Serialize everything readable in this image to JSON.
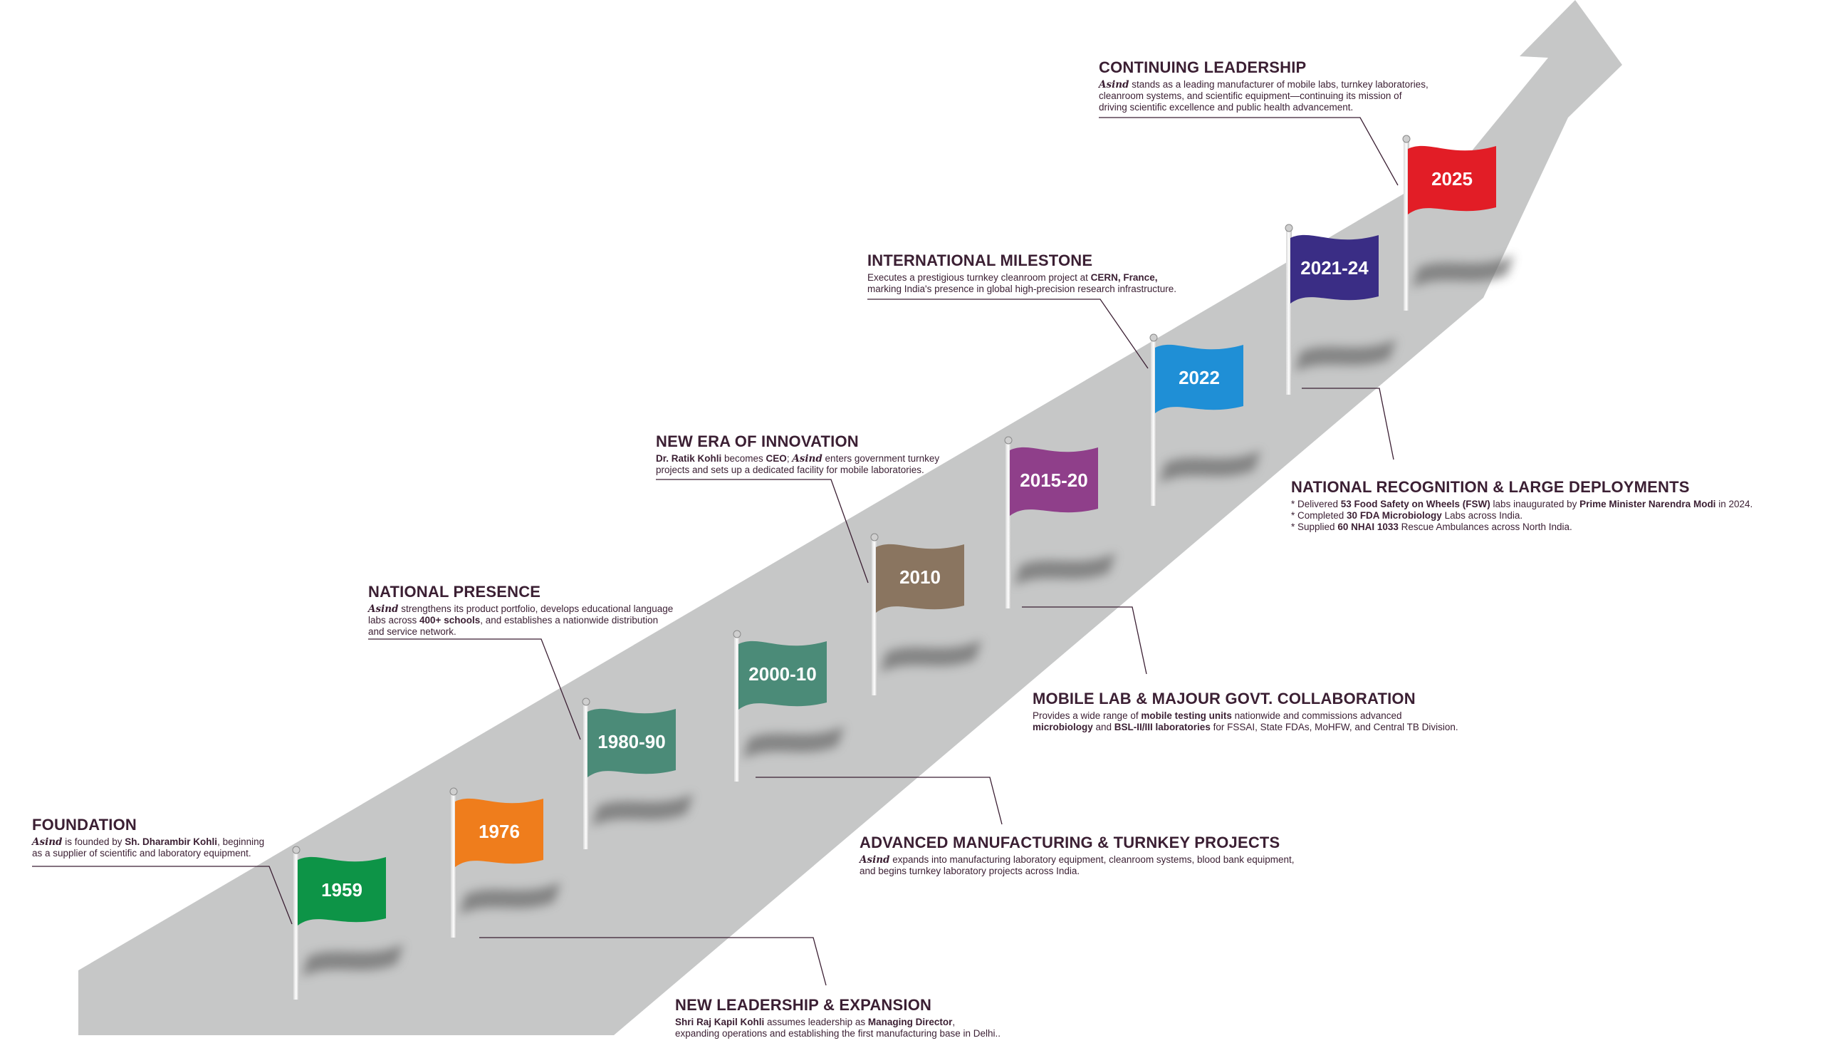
{
  "brand": "Asind",
  "flags": [
    {
      "year": "1959",
      "color": "#0d9447"
    },
    {
      "year": "1976",
      "color": "#ef7d1c"
    },
    {
      "year": "1980-90",
      "color": "#4b8b78"
    },
    {
      "year": "2000-10",
      "color": "#4b8b78"
    },
    {
      "year": "2010",
      "color": "#8a7560"
    },
    {
      "year": "2015-20",
      "color": "#8f3f8a"
    },
    {
      "year": "2022",
      "color": "#1f8fd6"
    },
    {
      "year": "2021-24",
      "color": "#3a2d85"
    },
    {
      "year": "2025",
      "color": "#e21d26"
    }
  ],
  "milestones": {
    "foundation": {
      "title": "FOUNDATION",
      "l1_brand": "Asind",
      "l1_a": " is founded by ",
      "l1_b": "Sh. Dharambir Kohli",
      "l1_c": ", beginning",
      "l2": "as a supplier of scientific and laboratory equipment."
    },
    "leadership": {
      "title": "NEW LEADERSHIP & EXPANSION",
      "l1_b": "Shri Raj Kapil Kohli",
      "l1_a": " assumes leadership as ",
      "l1_b2": "Managing Director",
      "l1_c": ",",
      "l2": "expanding operations and establishing the first manufacturing base in Delhi.."
    },
    "national": {
      "title": "NATIONAL PRESENCE",
      "l1_brand": "Asind",
      "l1_a": " strengthens its product portfolio, develops educational language",
      "l2_a": "labs across ",
      "l2_b": "400+ schools",
      "l2_c": ", and establishes a nationwide distribution",
      "l3": "and service network."
    },
    "manufacturing": {
      "title": "ADVANCED MANUFACTURING & TURNKEY PROJECTS",
      "l1_brand": "Asind",
      "l1_a": " expands into manufacturing laboratory equipment, cleanroom systems, blood bank equipment,",
      "l2": "and begins turnkey laboratory projects across India."
    },
    "innovation": {
      "title": "NEW ERA OF INNOVATION",
      "l1_b": "Dr. Ratik Kohli",
      "l1_a": " becomes ",
      "l1_b2": "CEO",
      "l1_c": "; ",
      "l1_brand": "Asind",
      "l1_d": " enters government turnkey",
      "l2": "projects and sets up a dedicated facility for mobile laboratories."
    },
    "mobile": {
      "title": "MOBILE LAB & MAJOUR GOVT. COLLABORATION",
      "l1_a": "Provides a wide range of ",
      "l1_b": "mobile testing units",
      "l1_c": " nationwide and commissions advanced",
      "l2_b": "microbiology",
      "l2_a": " and ",
      "l2_b2": "BSL-II/III laboratories",
      "l2_c": " for FSSAI, State FDAs, MoHFW, and Central TB Division."
    },
    "international": {
      "title": "INTERNATIONAL MILESTONE",
      "l1_a": "Executes a prestigious turnkey cleanroom project at ",
      "l1_b": "CERN, France,",
      "l2": "marking India's presence in global high-precision research infrastructure."
    },
    "recognition": {
      "title": "NATIONAL RECOGNITION & LARGE DEPLOYMENTS",
      "l1_a": "* Delivered ",
      "l1_b": "53 Food Safety on Wheels (FSW)",
      "l1_c": " labs inaugurated by ",
      "l1_b2": "Prime Minister Narendra Modi",
      "l1_d": " in 2024.",
      "l2_a": "* Completed ",
      "l2_b": "30 FDA Microbiology",
      "l2_c": " Labs across India.",
      "l3_a": "* Supplied ",
      "l3_b": "60 NHAI 1033",
      "l3_c": " Rescue Ambulances across North India."
    },
    "continuing": {
      "title": "CONTINUING LEADERSHIP",
      "l1_brand": "Asind",
      "l1_a": " stands as a leading manufacturer of mobile labs, turnkey laboratories,",
      "l2": "cleanroom systems, and scientific equipment—continuing its mission of",
      "l3": "driving scientific excellence and public health advancement."
    }
  }
}
